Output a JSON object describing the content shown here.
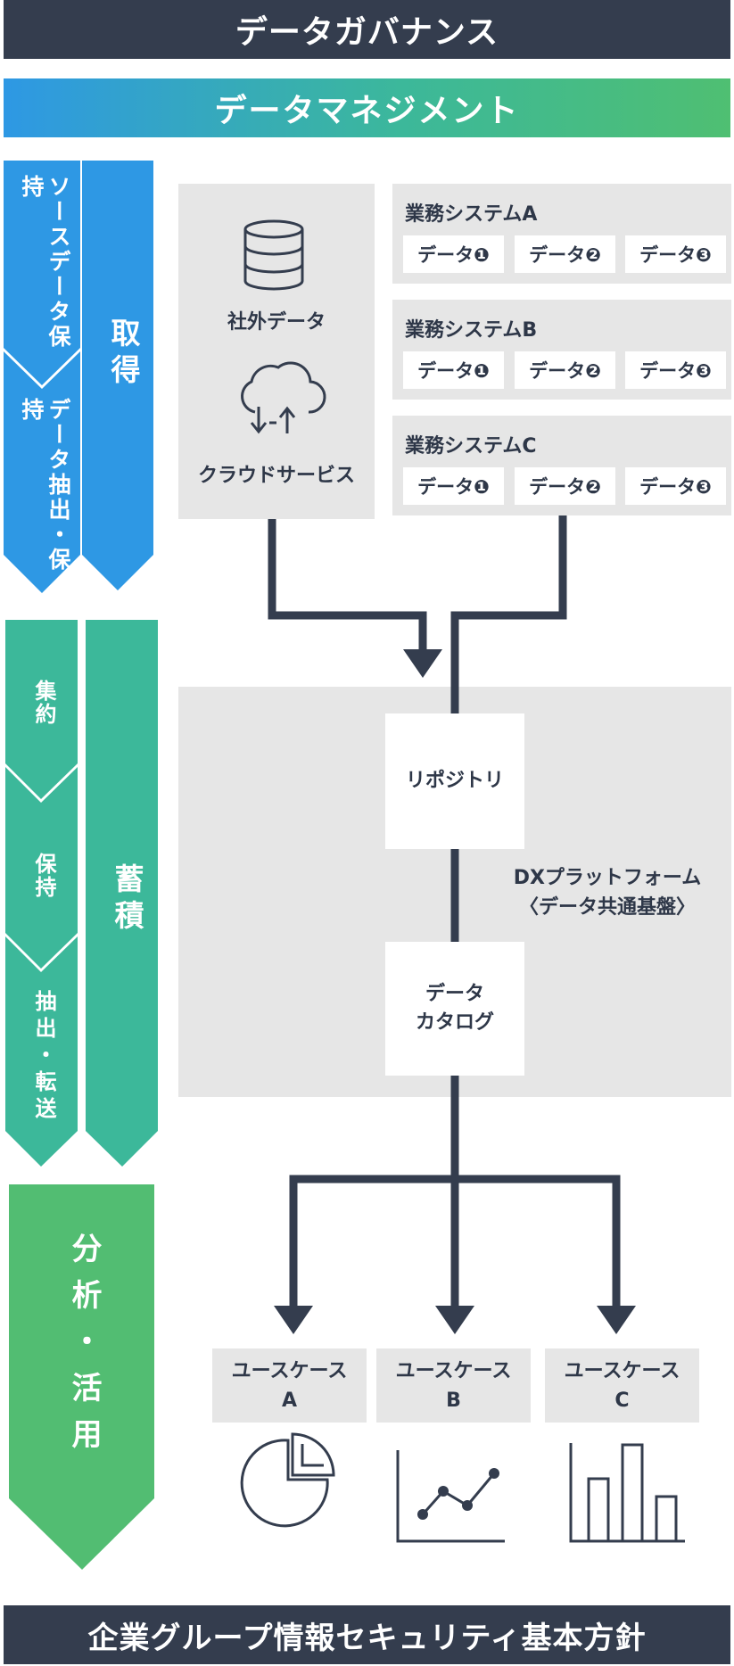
{
  "top_bar": {
    "title": "データガバナンス"
  },
  "mgmt_bar": {
    "title": "データマネジメント"
  },
  "bottom_bar": {
    "title": "企業グループ情報セキュリティ基本方針"
  },
  "phases": {
    "acquire": {
      "label": "取得",
      "steps": [
        "ソースデータ保持",
        "データ抽出・保持"
      ]
    },
    "accumulate": {
      "label": "蓄積",
      "steps": [
        "集約",
        "保持",
        "抽出・転送"
      ]
    },
    "analyze": {
      "label": "分析・活用"
    }
  },
  "sources": {
    "external_label": "社外データ",
    "cloud_label": "クラウドサービス",
    "systems": [
      {
        "title": "業務システムA",
        "data": [
          "データ❶",
          "データ❷",
          "データ❸"
        ]
      },
      {
        "title": "業務システムB",
        "data": [
          "データ❶",
          "データ❷",
          "データ❸"
        ]
      },
      {
        "title": "業務システムC",
        "data": [
          "データ❶",
          "データ❷",
          "データ❸"
        ]
      }
    ]
  },
  "platform": {
    "repository": "リポジトリ",
    "catalog": "データ\nカタログ",
    "name": "DXプラットフォーム\n〈データ共通基盤〉"
  },
  "use_cases": [
    {
      "label": "ユースケース\nA",
      "icon": "pie-chart-icon"
    },
    {
      "label": "ユースケース\nB",
      "icon": "line-chart-icon"
    },
    {
      "label": "ユースケース\nC",
      "icon": "bar-chart-icon"
    }
  ],
  "colors": {
    "dark": "#343d4e",
    "blue": "#2e98e4",
    "teal": "#3cb89a",
    "green": "#52bd72",
    "panel": "#e6e6e6"
  }
}
